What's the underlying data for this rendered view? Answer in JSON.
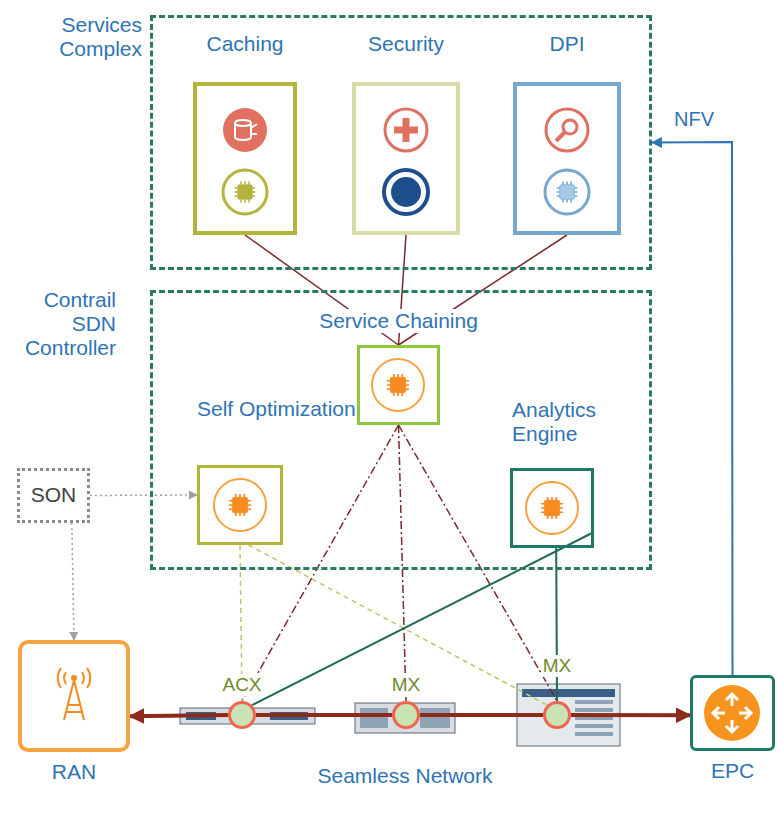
{
  "diagram": {
    "nodes": [
      {
        "text": [
          "Services Complex"
        ]
      },
      {
        "text": [
          "Caching"
        ],
        "in": 0
      },
      {
        "text": [
          "Security"
        ],
        "in": 0
      },
      {
        "text": [
          "DPI"
        ],
        "in": 0
      },
      {
        "text": [
          "Contrail SDN Controller"
        ]
      },
      {
        "text": [
          "Service Chaining"
        ],
        "in": 4
      },
      {
        "text": [
          "Self Optimization"
        ],
        "in": 4
      },
      {
        "text": [
          "Analytics Engine"
        ],
        "in": 4
      },
      {
        "text": [
          "SON"
        ]
      },
      {
        "text": [
          "RAN"
        ]
      },
      {
        "text": [
          "ACX"
        ]
      },
      {
        "text": [
          "MX"
        ]
      },
      {
        "text": [
          "MX"
        ]
      },
      {
        "text": [
          "EPC"
        ]
      }
    ],
    "edges": [
      {
        "from": 1,
        "to": 5,
        "arrow": "none"
      },
      {
        "from": 2,
        "to": 5,
        "arrow": "none"
      },
      {
        "from": 3,
        "to": 5,
        "arrow": "none"
      },
      {
        "from": 5,
        "to": 10,
        "arrow": "none"
      },
      {
        "from": 5,
        "to": 11,
        "arrow": "none"
      },
      {
        "from": 5,
        "to": 12,
        "arrow": "none"
      },
      {
        "from": 8,
        "to": 6,
        "arrow": "to"
      },
      {
        "from": 8,
        "to": 9,
        "arrow": "to"
      },
      {
        "from": 6,
        "to": 10,
        "arrow": "none"
      },
      {
        "from": 6,
        "to": 12,
        "arrow": "none"
      },
      {
        "from": 7,
        "to": 10,
        "arrow": "none"
      },
      {
        "from": 7,
        "to": 12,
        "arrow": "none"
      },
      {
        "from": 10,
        "to": 9,
        "arrow": "to"
      },
      {
        "from": 10,
        "to": 11,
        "arrow": "none"
      },
      {
        "from": 11,
        "to": 12,
        "arrow": "none"
      },
      {
        "from": 12,
        "to": 13,
        "arrow": "to"
      },
      {
        "from": 13,
        "to": 0,
        "arrow": "to",
        "label": "NFV"
      }
    ],
    "labels": [
      "Seamless Network"
    ]
  }
}
